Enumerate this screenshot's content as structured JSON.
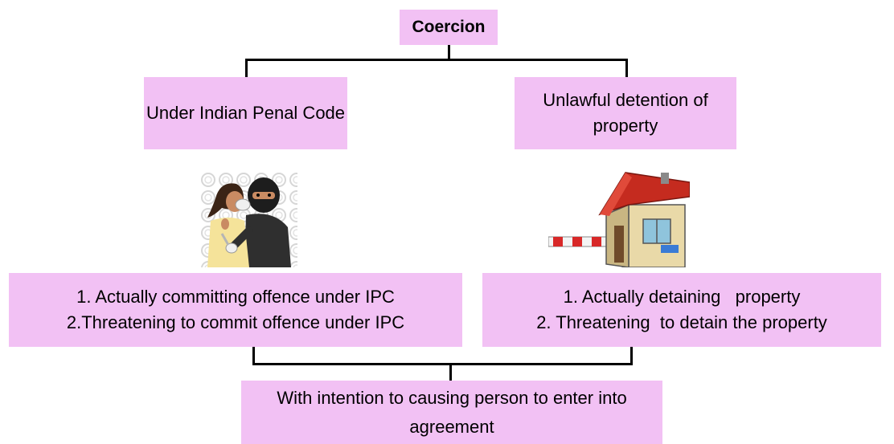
{
  "diagram": {
    "root": "Coercion",
    "left_branch": "Under Indian Penal Code",
    "right_branch": "Unlawful detention of property",
    "left_items": [
      "1. Actually committing offence under IPC",
      "2.Threatening  to commit offence under IPC"
    ],
    "right_items": [
      "1. Actually detaining   property",
      "2. Threatening  to detain the property"
    ],
    "conclusion": "With intention to causing person to enter into agreement"
  },
  "images": {
    "left": "masked-attacker-illustration",
    "right": "house-with-barrier-gate-illustration"
  },
  "colors": {
    "box_fill": "#f2c1f4",
    "connector": "#000000"
  }
}
